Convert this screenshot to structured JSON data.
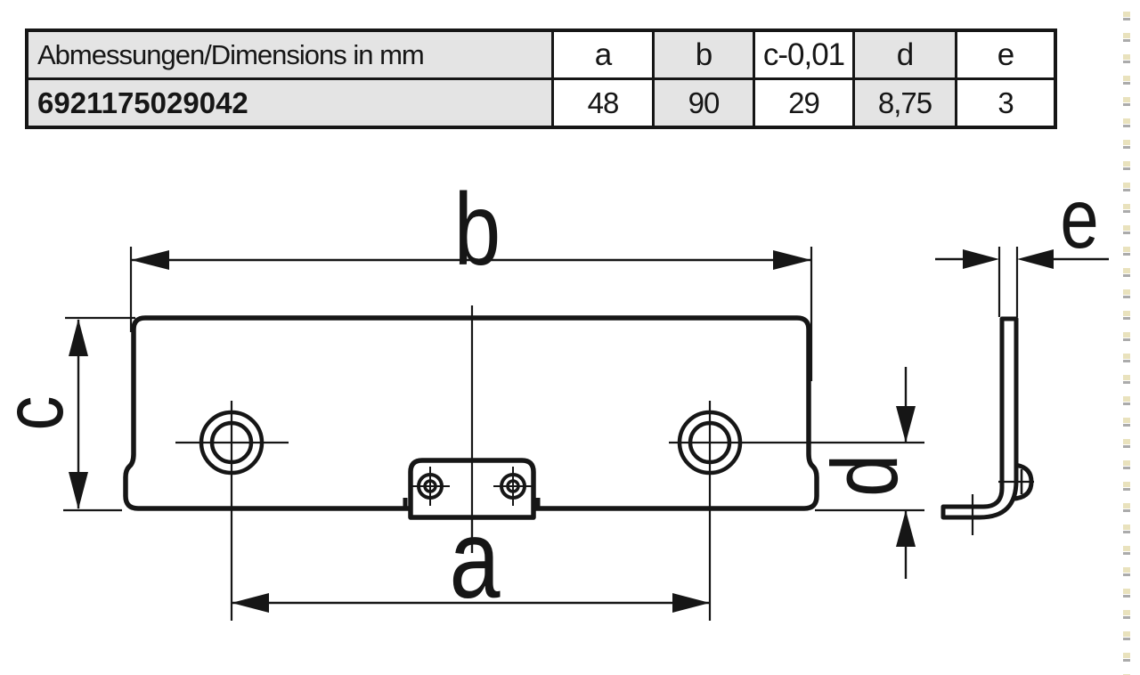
{
  "colors": {
    "ink": "#161616",
    "table_shaded_cell": "#e4e4e4",
    "background": "#ffffff"
  },
  "table": {
    "title": "Abmessungen/Dimensions in mm",
    "column_headers": [
      "a",
      "b",
      "c-0,01",
      "d",
      "e"
    ],
    "row": {
      "article_number": "6921175029042",
      "values": [
        "48",
        "90",
        "29",
        "8,75",
        "3"
      ]
    }
  },
  "drawing": {
    "dimension_labels": {
      "overall_width": "b",
      "height": "c",
      "hole_spacing": "a",
      "hole_offset": "d",
      "thickness": "e"
    }
  }
}
